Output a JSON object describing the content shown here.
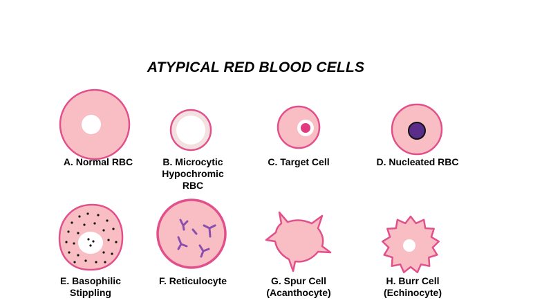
{
  "title": "ATYPICAL RED BLOOD CELLS",
  "colors": {
    "cell_fill": "#f8bec3",
    "cell_border": "#e2508c",
    "pale_fill": "#f3e0e0",
    "target_dot": "#e23a7f",
    "nucleus": "#5a2d8a",
    "reticulum": "#8a4fae",
    "stipple": "#111111"
  },
  "cells": [
    {
      "id": "a",
      "label_lines": [
        "A. Normal RBC"
      ],
      "icon": "normal-rbc-icon"
    },
    {
      "id": "b",
      "label_lines": [
        "B. Microcytic",
        "Hypochromic",
        "RBC"
      ],
      "icon": "microcytic-hypochromic-rbc-icon"
    },
    {
      "id": "c",
      "label_lines": [
        "C. Target Cell"
      ],
      "icon": "target-cell-icon"
    },
    {
      "id": "d",
      "label_lines": [
        "D. Nucleated RBC"
      ],
      "icon": "nucleated-rbc-icon"
    },
    {
      "id": "e",
      "label_lines": [
        "E. Basophilic",
        "Stippling"
      ],
      "icon": "basophilic-stippling-icon"
    },
    {
      "id": "f",
      "label_lines": [
        "F. Reticulocyte"
      ],
      "icon": "reticulocyte-icon"
    },
    {
      "id": "g",
      "label_lines": [
        "G. Spur Cell",
        "(Acanthocyte)"
      ],
      "icon": "spur-cell-icon"
    },
    {
      "id": "h",
      "label_lines": [
        "H. Burr Cell",
        "(Echinocyte)"
      ],
      "icon": "burr-cell-icon"
    }
  ]
}
